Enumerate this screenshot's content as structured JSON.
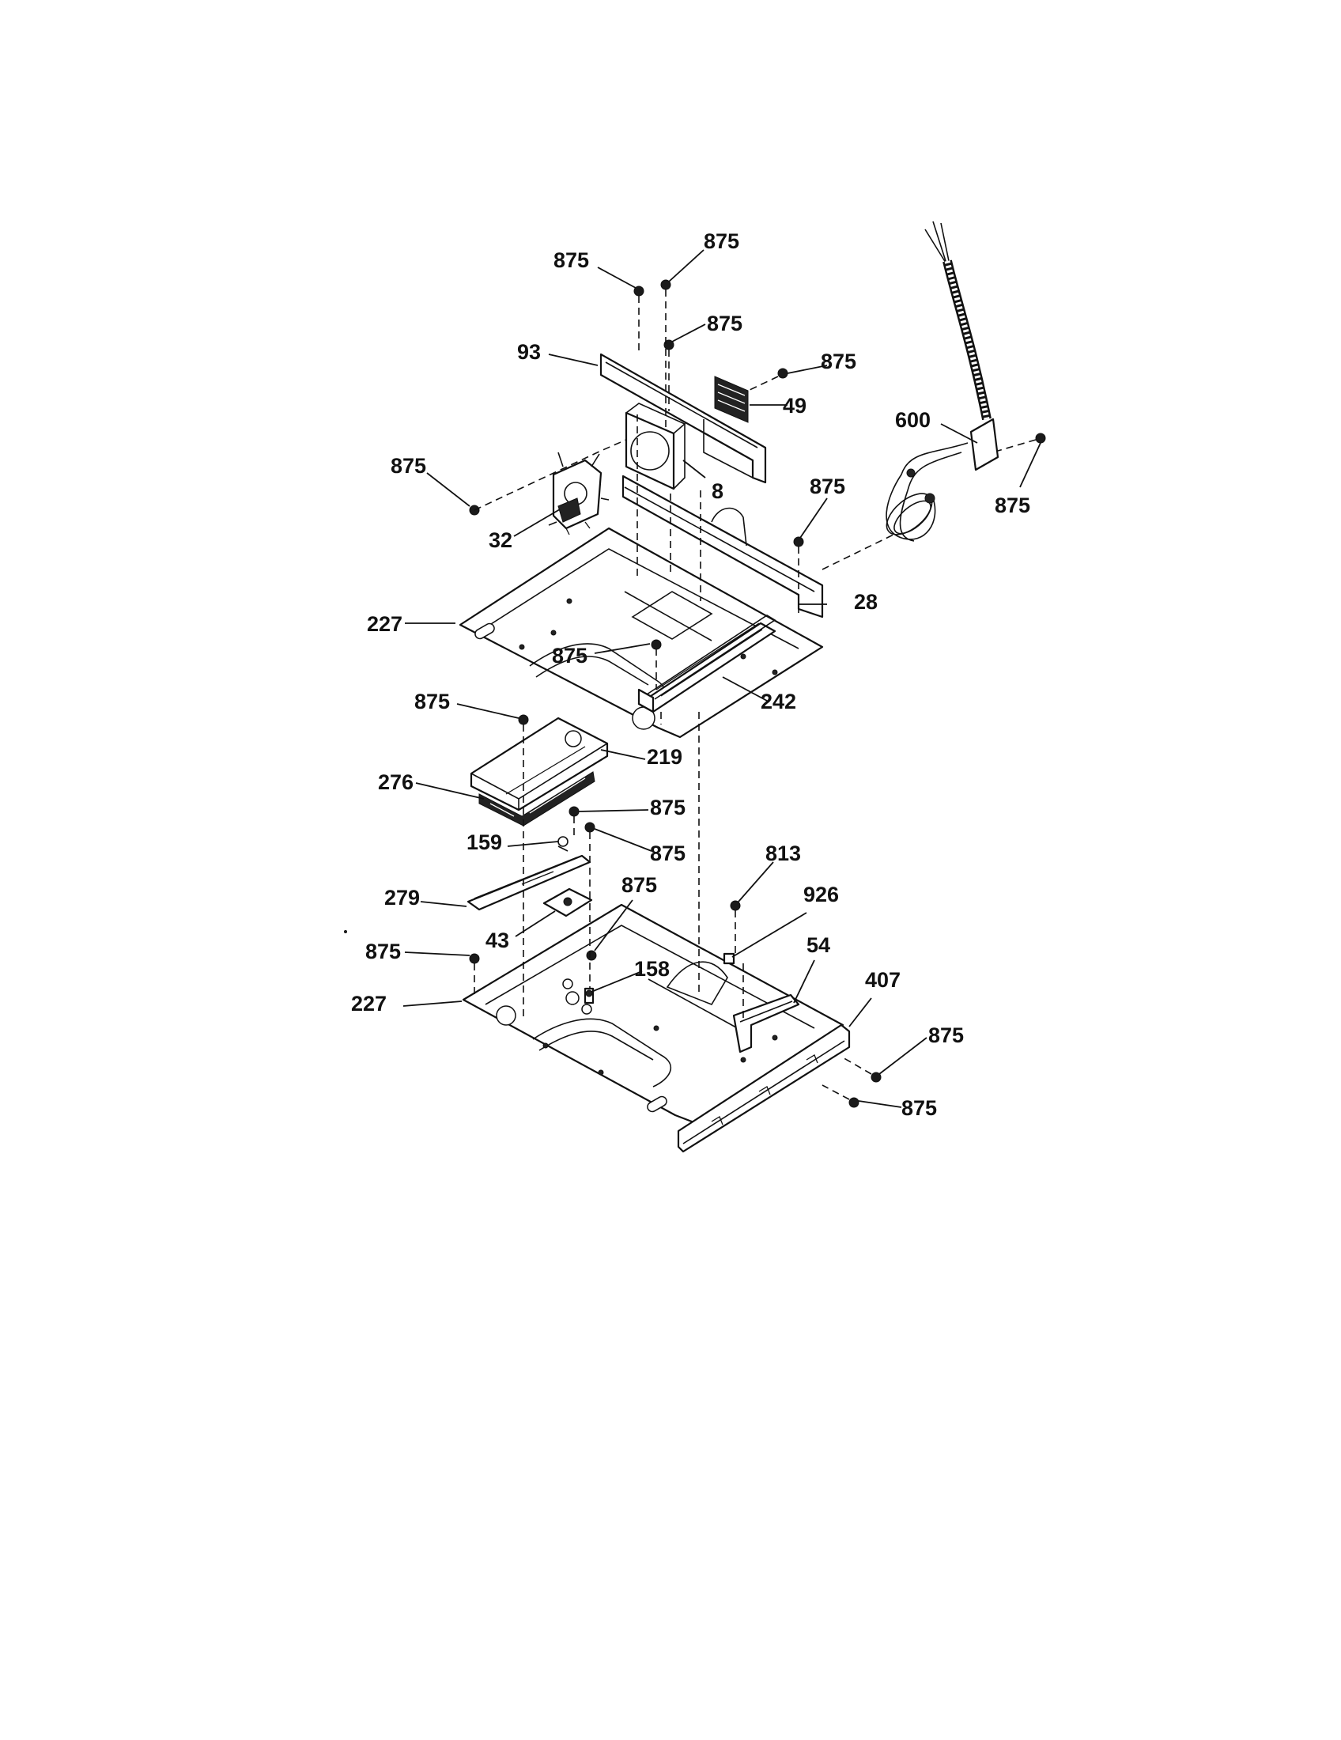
{
  "callouts": [
    {
      "id": "c875a",
      "label": "875"
    },
    {
      "id": "c875b",
      "label": "875"
    },
    {
      "id": "c875c",
      "label": "875"
    },
    {
      "id": "c93",
      "label": "93"
    },
    {
      "id": "c875d",
      "label": "875"
    },
    {
      "id": "c49",
      "label": "49"
    },
    {
      "id": "c600",
      "label": "600"
    },
    {
      "id": "c875e",
      "label": "875"
    },
    {
      "id": "c875f",
      "label": "875"
    },
    {
      "id": "c8",
      "label": "8"
    },
    {
      "id": "c875g",
      "label": "875"
    },
    {
      "id": "c32",
      "label": "32"
    },
    {
      "id": "c28",
      "label": "28"
    },
    {
      "id": "c227a",
      "label": "227"
    },
    {
      "id": "c875h",
      "label": "875"
    },
    {
      "id": "c242",
      "label": "242"
    },
    {
      "id": "c875i",
      "label": "875"
    },
    {
      "id": "c219",
      "label": "219"
    },
    {
      "id": "c276",
      "label": "276"
    },
    {
      "id": "c875j",
      "label": "875"
    },
    {
      "id": "c159",
      "label": "159"
    },
    {
      "id": "c875k",
      "label": "875"
    },
    {
      "id": "c813",
      "label": "813"
    },
    {
      "id": "c926",
      "label": "926"
    },
    {
      "id": "c279",
      "label": "279"
    },
    {
      "id": "c875l",
      "label": "875"
    },
    {
      "id": "c43",
      "label": "43"
    },
    {
      "id": "c54",
      "label": "54"
    },
    {
      "id": "c158",
      "label": "158"
    },
    {
      "id": "c407",
      "label": "407"
    },
    {
      "id": "c875m",
      "label": "875"
    },
    {
      "id": "c227b",
      "label": "227"
    },
    {
      "id": "c875n",
      "label": "875"
    },
    {
      "id": "c875o",
      "label": "875"
    }
  ]
}
